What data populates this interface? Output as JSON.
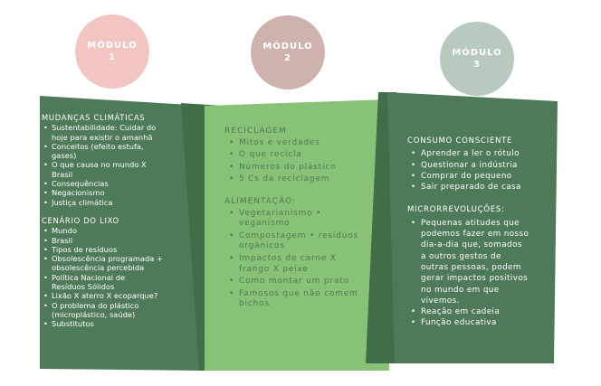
{
  "modules": [
    {
      "label": "MÓDULO",
      "number": "1",
      "color": "#f2c4c2"
    },
    {
      "label": "MÓDULO",
      "number": "2",
      "color": "#cfb2ad"
    },
    {
      "label": "MÓDULO",
      "number": "3",
      "color": "#b8c9bd"
    }
  ],
  "colors": {
    "dark_green": "#4e7a5a",
    "fold_green": "#3f6e48",
    "light_green": "#88c277",
    "mid_text": "#4e7a4f"
  },
  "panel1": {
    "section1": {
      "title": "MUDANÇAS CLIMÁTICAS",
      "items": [
        [
          "Sustentabilidade: Cuidar do",
          "hoje para existir o amanhã"
        ],
        [
          "Conceitos (efeito estufa,",
          "gases)"
        ],
        [
          "O que causa no mundo X",
          "Brasil"
        ],
        [
          "Consequências"
        ],
        [
          "Negacionismo"
        ],
        [
          "Justiça climática"
        ]
      ]
    },
    "section2": {
      "title": "CENÁRIO DO LIXO",
      "items": [
        [
          "Mundo"
        ],
        [
          "Brasil"
        ],
        [
          "Tipos de resíduos"
        ],
        [
          "Obsolescência programada +",
          "obsolescência percebida"
        ],
        [
          "Política Nacional de",
          "Resíduos Sólidos"
        ],
        [
          "Lixão X aterro X ecoparque?"
        ],
        [
          "O problema do plástico",
          "(microplástico, saúde)"
        ],
        [
          "Substitutos"
        ]
      ]
    }
  },
  "panel2": {
    "section1": {
      "title": "RECICLAGEM",
      "items": [
        [
          "Mitos e verdades"
        ],
        [
          "O que recicla"
        ],
        [
          "Números do plástico"
        ],
        [
          "5 Cs da reciclagem"
        ]
      ]
    },
    "section2": {
      "title": "ALIMENTAÇÃO:",
      "items": [
        [
          "Vegetarianismo •",
          "veganismo"
        ],
        [
          "Compostagem • resíduos",
          "orgânicos"
        ],
        [
          "Impactos de carne X",
          "frango X peixe"
        ],
        [
          "Como montar um prato"
        ],
        [
          "Famosos que não comem",
          "bichos"
        ]
      ]
    }
  },
  "panel3": {
    "section1": {
      "title": "CONSUMO CONSCIENTE",
      "items": [
        [
          "Aprender a ler o rótulo"
        ],
        [
          "Questionar a indústria"
        ],
        [
          "Comprar do pequeno"
        ],
        [
          "Sair preparado de casa"
        ]
      ]
    },
    "section2": {
      "title": "MICRORREVOLUÇÕES:",
      "items": [
        [
          "Pequenas atitudes que",
          "podemos fazer em nosso",
          "dia-a-dia que, somados",
          "a outros gestos de",
          "outras pessoas, podem",
          "gerar impactos positivos",
          "no mundo em que",
          "vivemos."
        ],
        [
          "Reação em cadeia"
        ],
        [
          "Função educativa"
        ]
      ]
    }
  }
}
